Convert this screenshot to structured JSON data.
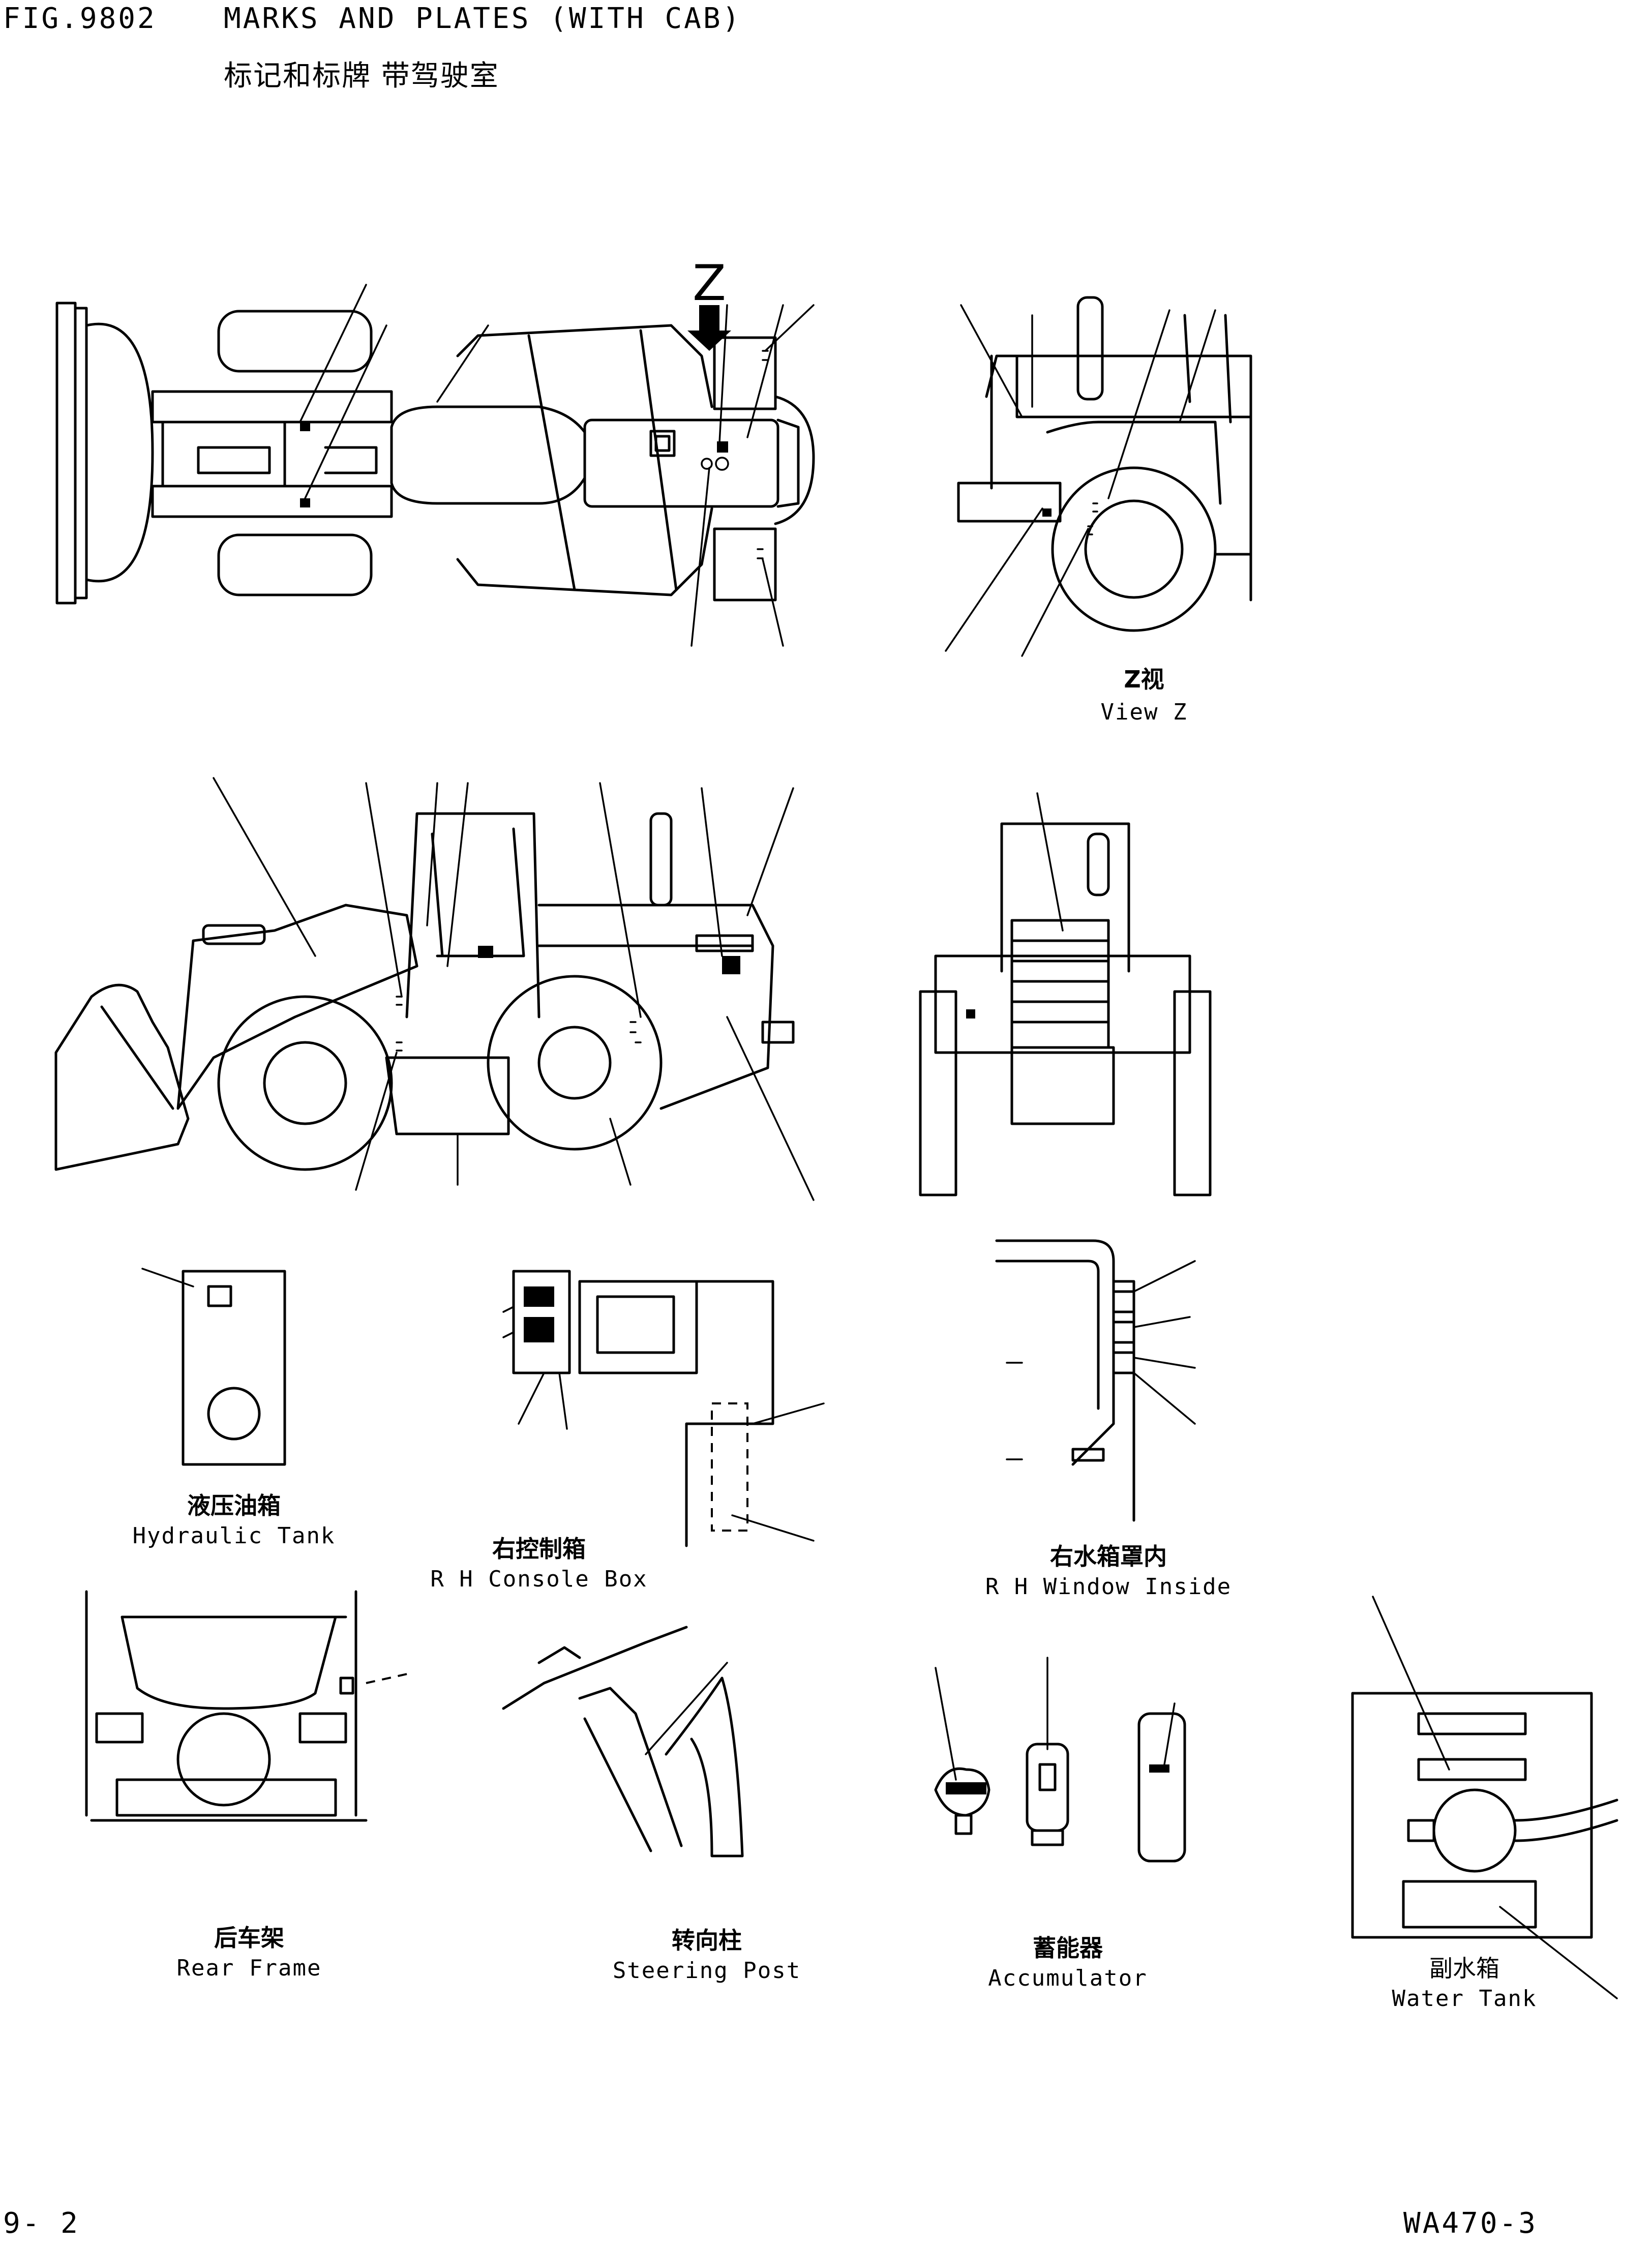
{
  "header": {
    "fig_no": "FIG.9802",
    "title_en": "MARKS AND PLATES (WITH CAB)",
    "title_cn": "标记和标牌 带驾驶室"
  },
  "top_view": {
    "arrow_label": "Z"
  },
  "view_z": {
    "caption_cn": "Z视",
    "caption_en": "View Z"
  },
  "panels": {
    "hydraulic_tank": {
      "caption_cn": "液压油箱",
      "caption_en": "Hydraulic Tank"
    },
    "console_box": {
      "caption_cn": "右控制箱",
      "caption_en": "R H  Console Box"
    },
    "window_inside": {
      "caption_cn": "右水箱罩内",
      "caption_en": "R H  Window Inside"
    },
    "rear_frame": {
      "caption_cn": "后车架",
      "caption_en": "Rear Frame"
    },
    "steering_post": {
      "caption_cn": "转向柱",
      "caption_en": "Steering Post"
    },
    "accumulator": {
      "caption_cn": "蓄能器",
      "caption_en": "Accumulator"
    },
    "water_tank": {
      "caption_cn": "副水箱",
      "caption_en": "Water Tank"
    }
  },
  "footer": {
    "page": "9-  2",
    "model": "WA470-3"
  }
}
